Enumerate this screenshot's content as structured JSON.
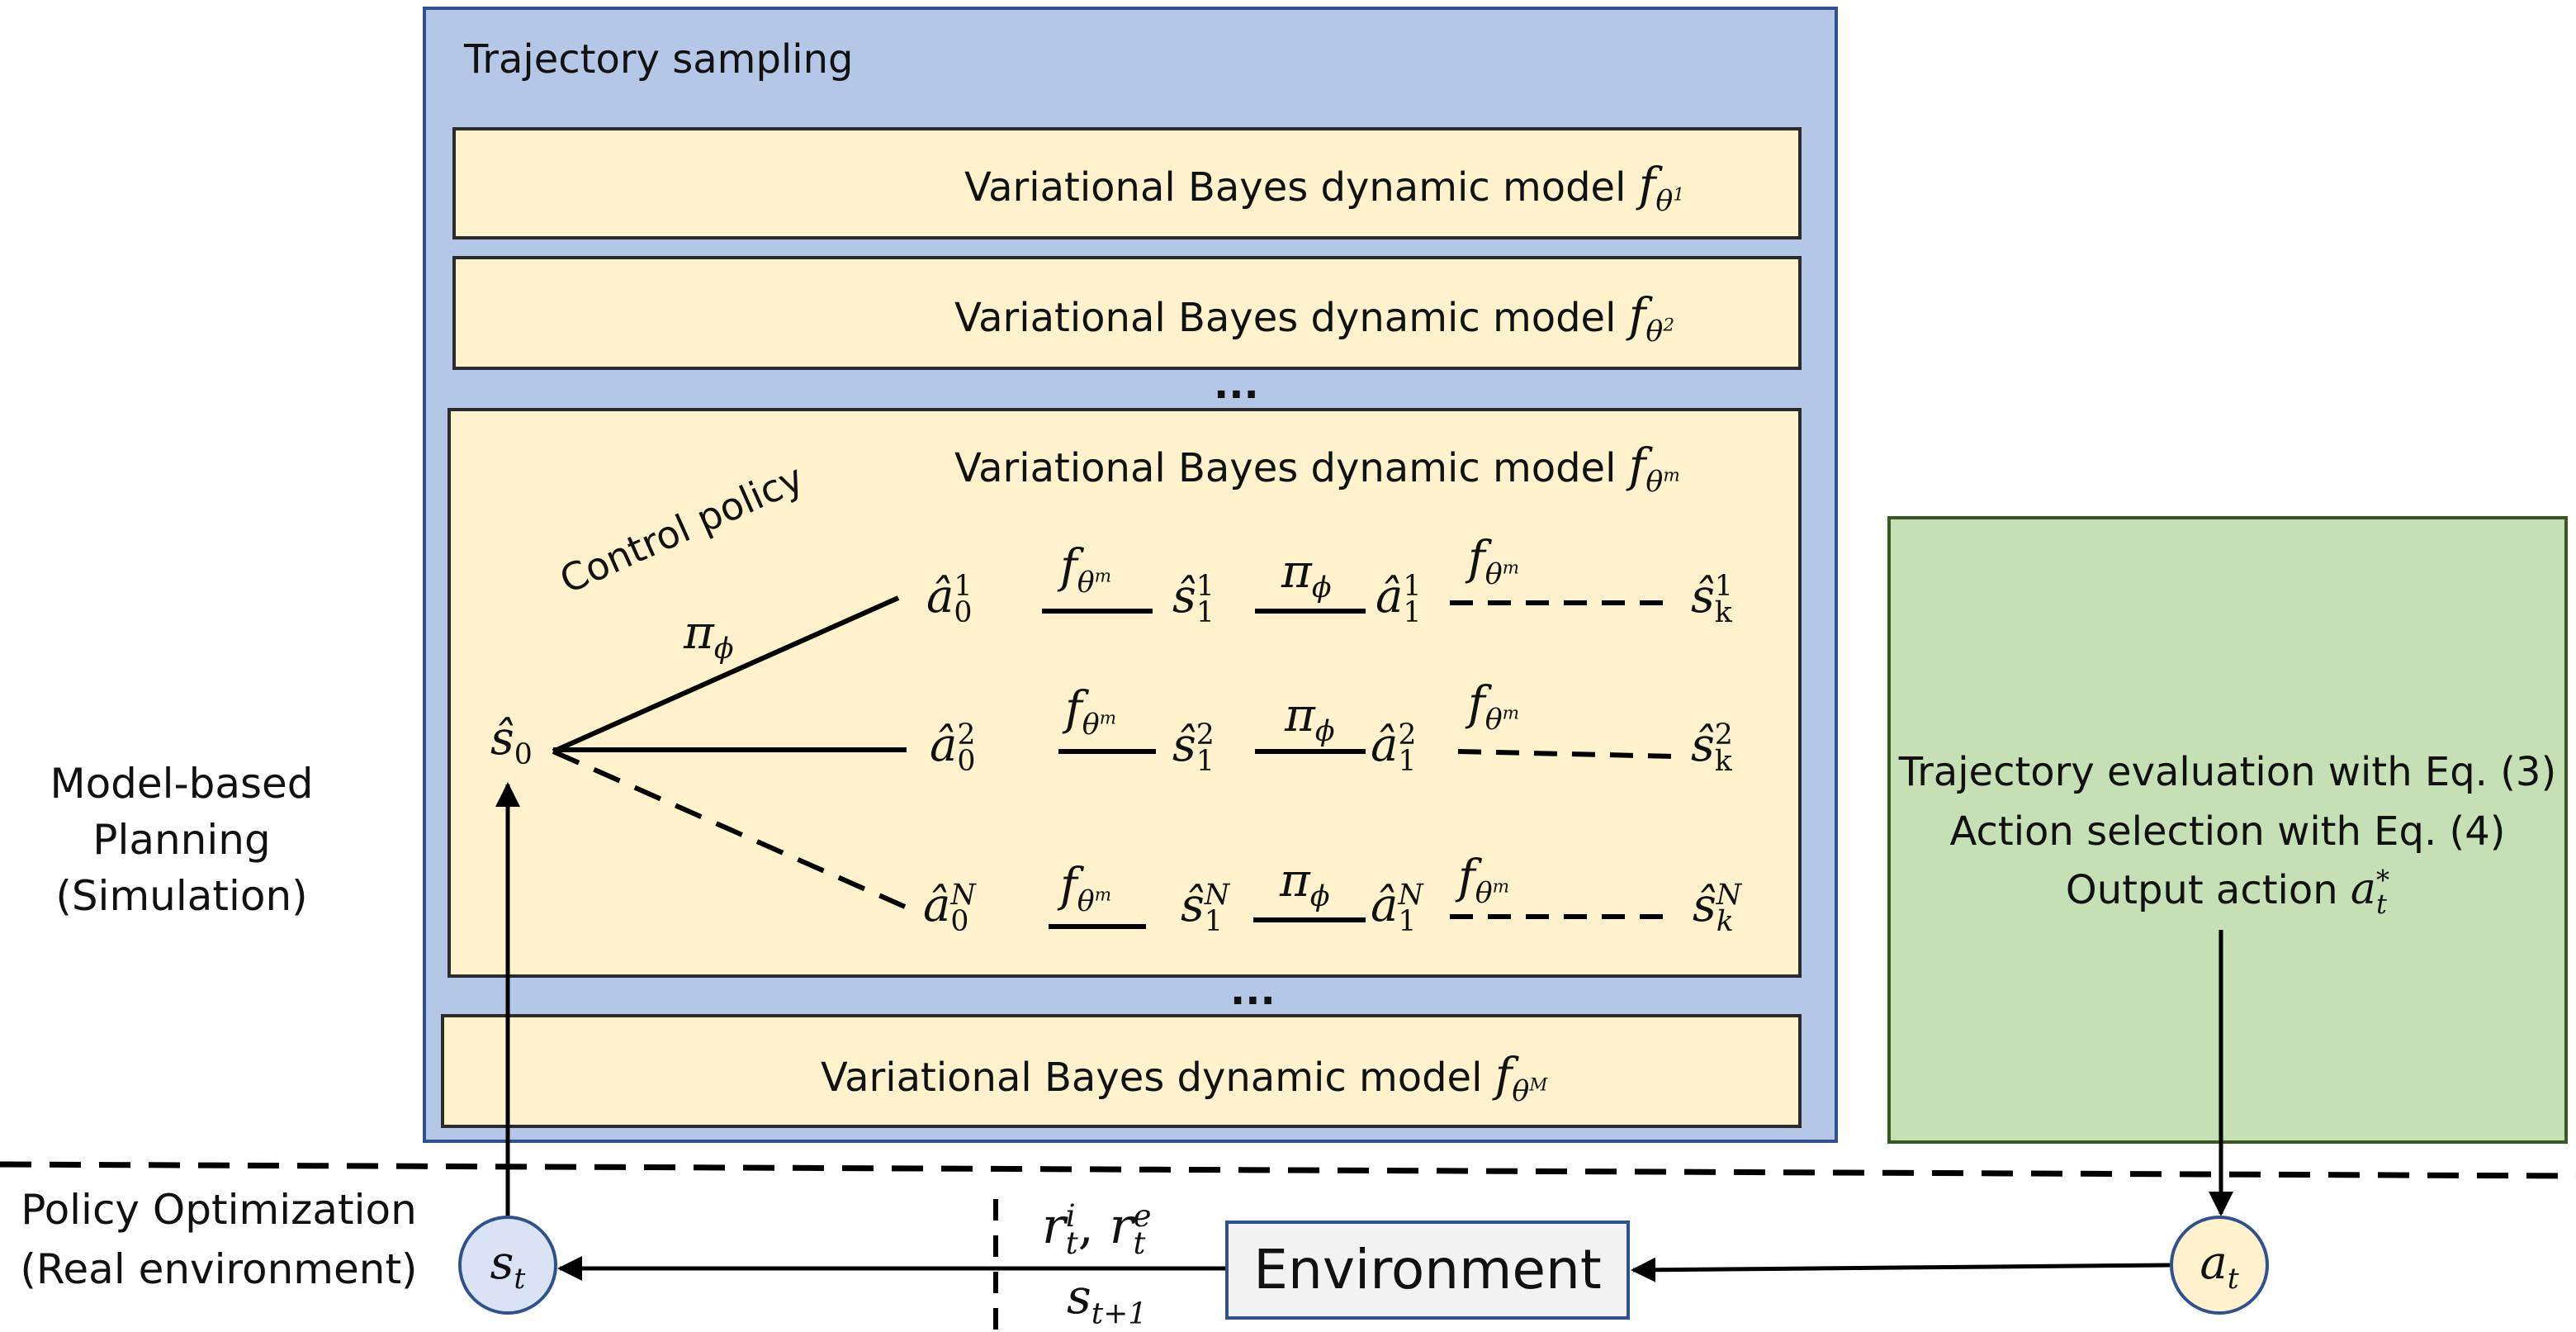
{
  "trajectory_sampling": {
    "title": "Trajectory sampling",
    "model_prefix": "Variational Bayes dynamic model",
    "model_superscripts": [
      "1",
      "2",
      "m",
      "M"
    ],
    "dots": "..."
  },
  "policy": {
    "control_policy_label": "Control policy",
    "pi_symbol": "π",
    "pi_sub": "ϕ",
    "f_symbol": "f",
    "theta": "θ",
    "model_sup": "m",
    "root_state": "ŝ",
    "root_state_sub": "0"
  },
  "branches": [
    {
      "sup": "1"
    },
    {
      "sup": "2"
    },
    {
      "sup": "N"
    }
  ],
  "branch_symbols": {
    "action": "â",
    "state": "ŝ",
    "a_sub": "0",
    "s1_sub": "1",
    "a1_sub": "1",
    "sk_sub": "k"
  },
  "evaluation": {
    "line1": "Trajectory evaluation with Eq. (3)",
    "line2": "Action selection with Eq. (4)",
    "line3_prefix": "Output action ",
    "line3_symbol": "a",
    "line3_sub": "t",
    "line3_sup": "*"
  },
  "side_labels": {
    "planning_line1": "Model-based",
    "planning_line2": "Planning",
    "planning_line3": "(Simulation)",
    "optimization_line1": "Policy Optimization",
    "optimization_line2": "(Real environment)"
  },
  "bottom": {
    "environment": "Environment",
    "state_node": "s",
    "state_sub": "t",
    "action_node": "a",
    "action_sub": "t",
    "reward_r": "r",
    "reward_sub": "t",
    "reward_sup_i": "i",
    "reward_sup_e": "e",
    "comma": ",",
    "next_state": "s",
    "next_state_sub": "t+1"
  },
  "colors": {
    "outer_fill": "#b4c7e7",
    "model_fill": "#fff2cc",
    "eval_fill": "#c5e0b4",
    "node_st_fill": "#dae3f3",
    "node_at_fill": "#fff2cc",
    "env_fill": "#f2f2f2",
    "border_blue": "#2f528f"
  }
}
